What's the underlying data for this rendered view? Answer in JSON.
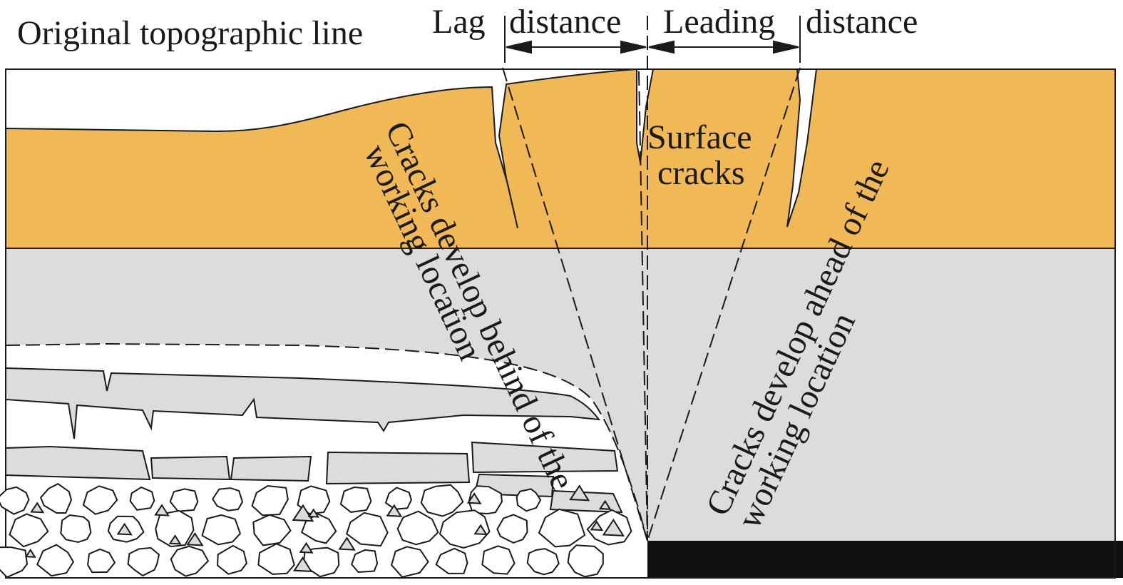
{
  "labels": {
    "original_topographic_line": "Original topographic line",
    "lag": "Lag",
    "lag_distance_word": "distance",
    "leading": "Leading",
    "leading_distance_word": "distance",
    "surface_cracks_line1": "Surface",
    "surface_cracks_line2": "cracks",
    "behind_line1": "Cracks develop behind of the",
    "behind_line2": "working location",
    "ahead_line1": "Cracks develop ahead of the",
    "ahead_line2": "working location"
  },
  "colors": {
    "topsoil": "#f0b956",
    "rock": "#dcdcdc",
    "coal_seam": "#111111",
    "outline": "#1a1a1a",
    "background": "#ffffff"
  }
}
